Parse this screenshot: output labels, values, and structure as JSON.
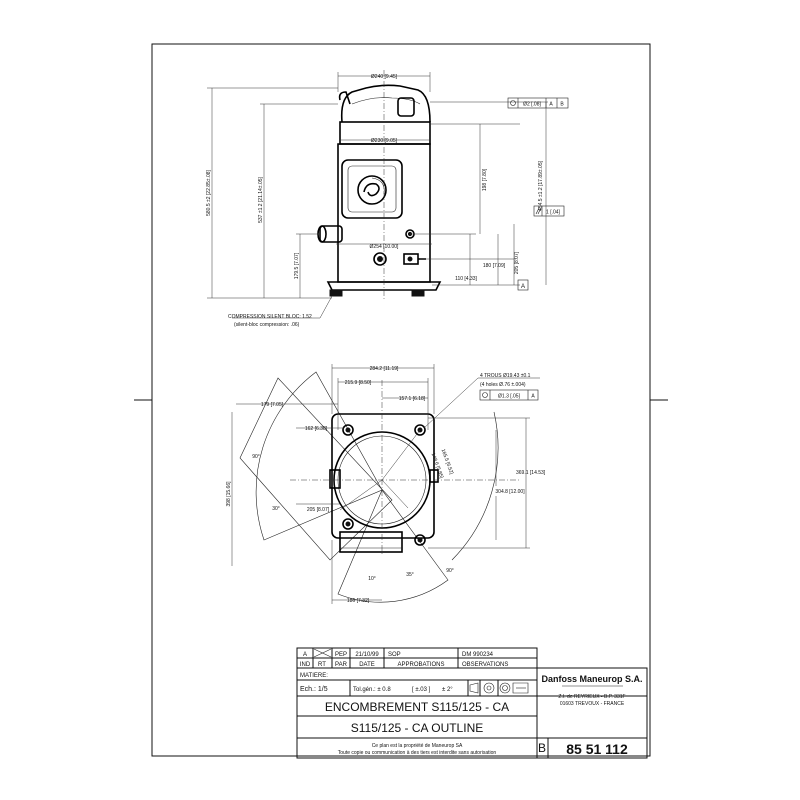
{
  "drawing": {
    "border": {
      "left_marks": true
    },
    "elevation": {
      "d_240": "Ø240 [9.45]",
      "d_230": "Ø230 [9.05]",
      "d_254": "Ø254 [10.00]",
      "h_580": "580.5 ±2 [22.85±.08]",
      "h_537": "537 ±1.2 [21.14±.05]",
      "h_179": "179.5 [7.07]",
      "h_198": "198 [7.80]",
      "h_454": "454.5 ±1.2 [17.89±.05]",
      "h_180": "180 [7.09]",
      "h_205": "205 [8.07]",
      "h_110": "110 [4.33]",
      "tol_position": "Ø2 [.08]",
      "tol_position_refs": [
        "A",
        "B"
      ],
      "tol_parallel": "1 [.04]",
      "datum_a": "A",
      "note_line1": "COMPRESSION SILENT BLOC: 1.52",
      "note_line2": "(silent-bloc compression: .06)"
    },
    "plan": {
      "w_284": "284.2 [11.19]",
      "w_215": "215.9 [8.50]",
      "w_157": "157.1 [6.18]",
      "d_179": "179 [7.05]",
      "d_162": "162 [6.38]",
      "d_165": "165.5 [6.52]",
      "d_148": "148.6 [5.85]",
      "d_398": "398 [15.66]",
      "d_369": "369.1 [14.53]",
      "d_304": "304.8 [12.00]",
      "d_205": "205 [8.07]",
      "d_186": "186 [7.32]",
      "a_90_left": "90°",
      "a_30": "30°",
      "a_10": "10°",
      "a_35": "35°",
      "a_90_bottom": "90°",
      "holes_line1": "4 TROUS Ø19.43 ±0.1",
      "holes_line2": "(4 holes Ø.76 ±.004)",
      "holes_tol": "Ø1.3 [.05]",
      "holes_tol_ref": "A"
    }
  },
  "title_block": {
    "rev_row": {
      "ind": "A",
      "rt": "",
      "par": "PEP",
      "date": "21/10/99",
      "appro": "SOP",
      "obs": "DM 990234"
    },
    "headers": {
      "ind": "IND",
      "rt": "RT",
      "par": "PAR",
      "date": "DATE",
      "appro": "APPROBATIONS",
      "obs": "OBSERVATIONS"
    },
    "matiere": "MATIERE:",
    "scale": "Ech.: 1/5",
    "tolerance": "Tol.gén.: ± 0.8",
    "tolerance_in": "[ ±.03 ]",
    "tolerance_angle": "± 2°",
    "title_fr": "ENCOMBREMENT S115/125 - CA",
    "title_en": "S115/125 - CA   OUTLINE",
    "notice_line1": "Ce plan est la propriété de Maneurop SA",
    "notice_line2": "Toute copie ou communication à des tiers est interdite sans autorisation",
    "company": "Danfoss Maneurop S.A.",
    "address_line1": "Z.I. de REYRIEUX - B.P. 331F",
    "address_line2": "01603 TREVOUX - FRANCE",
    "format": "B",
    "drawing_number": "85 51 112"
  }
}
